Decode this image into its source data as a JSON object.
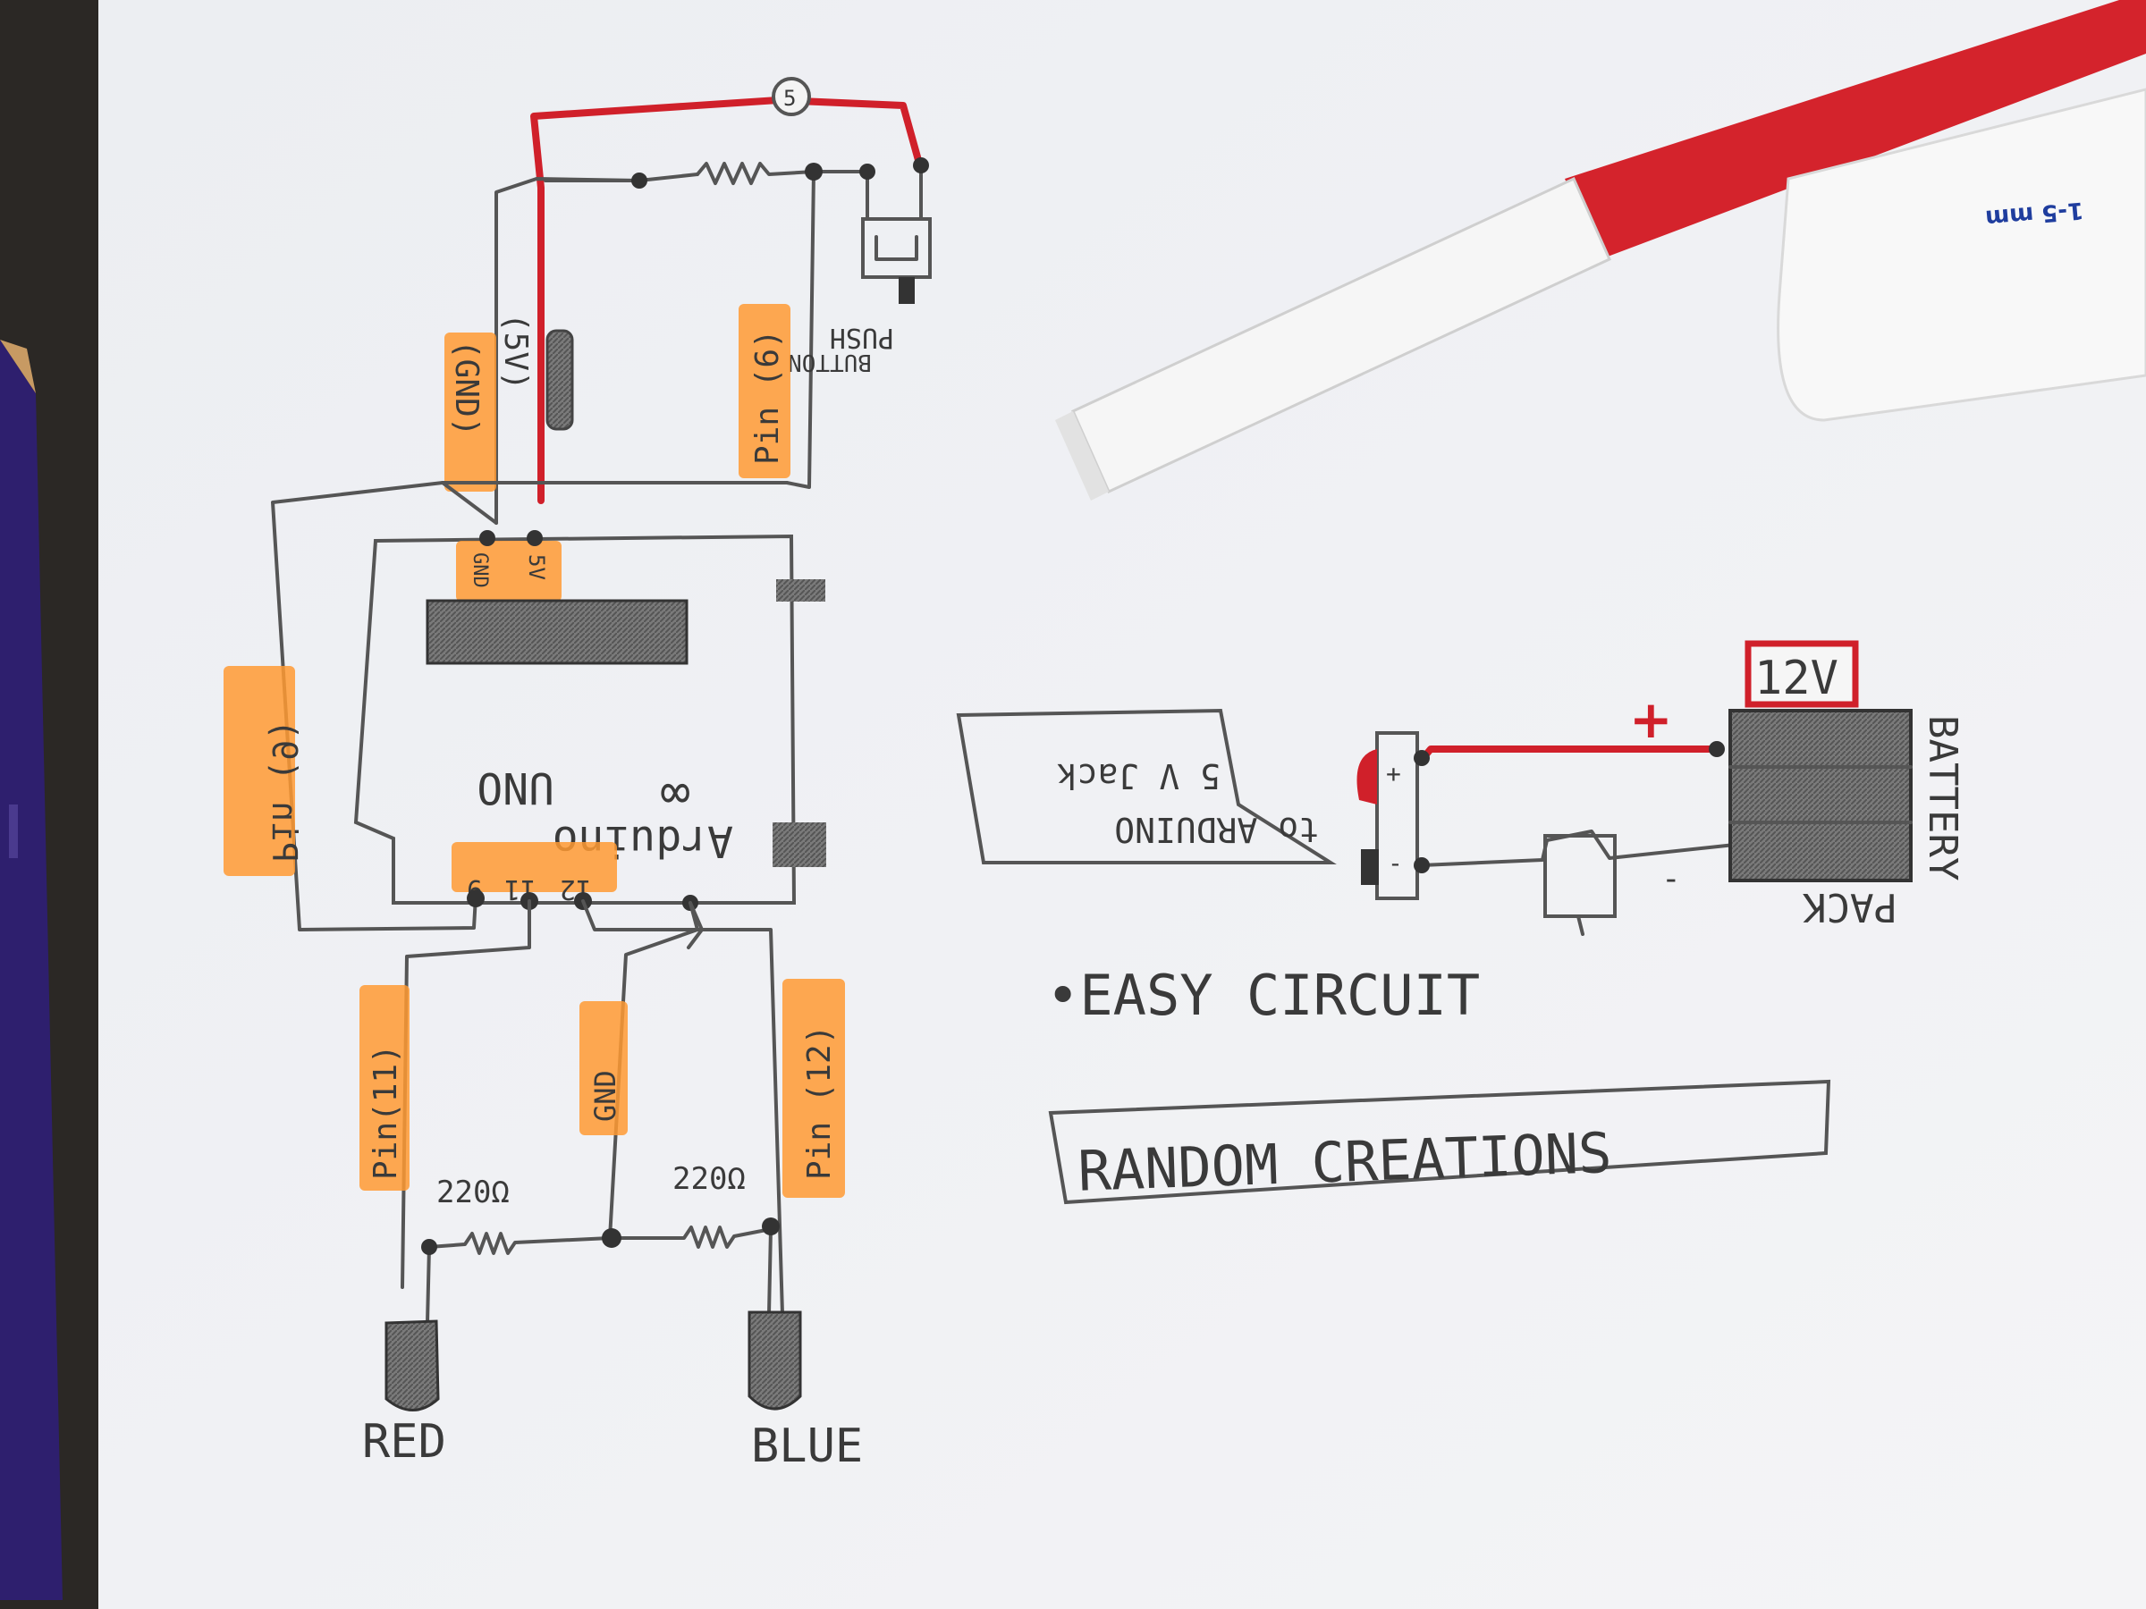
{
  "top": {
    "lamp_label": "5",
    "label_5v": "(5V)",
    "label_gnd": "(GND)",
    "label_pin6_top": "Pin (6)",
    "push_button": [
      "PUSH",
      "BUTTON"
    ]
  },
  "board": {
    "header_gnd": "GND",
    "header_5v": "5V",
    "name": "Arduino",
    "model": "UNO",
    "pin_9": "9",
    "pin_11": "11",
    "pin_12": "12"
  },
  "left": {
    "label_pin9": "Pin (9)"
  },
  "bottom": {
    "label_pin11": "Pin(11)",
    "label_gnd": "GND",
    "label_pin12": "Pin (12)",
    "resistor_left": "220Ω",
    "resistor_right": "220Ω",
    "led_red": "RED",
    "led_blue": "BLUE"
  },
  "power": {
    "jack_line1": "to ARDUINO",
    "jack_line2": "5 V Jack",
    "voltage": "12V",
    "plus": "+",
    "minus": "-",
    "jack_plus": "+",
    "jack_minus": "-",
    "battery_line1": "BATTERY",
    "battery_line2": "PACK"
  },
  "notes": {
    "easy_circuit": "•EASY CIRCUIT",
    "random_creations": "RANDOM CREATIONS"
  },
  "props": {
    "marker_text": "1-5 mm"
  },
  "colors": {
    "highlight": "#ff9a33",
    "red_wire": "#d0202a",
    "paper": "#f2f2f4"
  }
}
